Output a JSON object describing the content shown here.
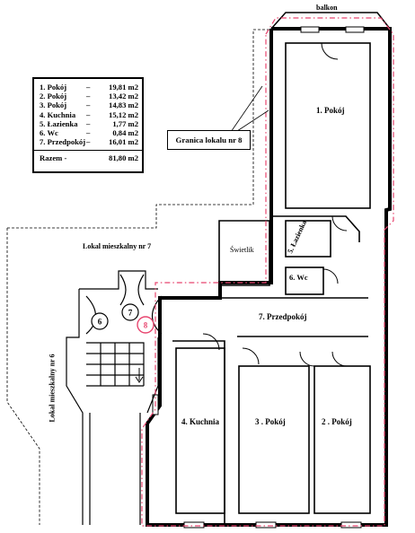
{
  "legend": {
    "rows": [
      {
        "name": "1. Pokój",
        "dash": "–",
        "value": "19,81 m2"
      },
      {
        "name": "2. Pokój",
        "dash": "–",
        "value": "13,42 m2"
      },
      {
        "name": "3. Pokój",
        "dash": "–",
        "value": "14,83 m2"
      },
      {
        "name": "4. Kuchnia",
        "dash": "–",
        "value": "15,12 m2"
      },
      {
        "name": "5. Łazienka",
        "dash": "–",
        "value": "1,77 m2"
      },
      {
        "name": "6. Wc",
        "dash": "–",
        "value": "0,84 m2"
      },
      {
        "name": "7. Przedpokój",
        "dash": "–",
        "value": "16,01 m2"
      }
    ],
    "total_label": "Razem -",
    "total_value": "81,80 m2"
  },
  "callout": "Granica lokalu nr 8",
  "labels": {
    "balkon": "balkon",
    "room1": "1. Pokój",
    "room2": "2 . Pokój",
    "room3": "3 . Pokój",
    "room4": "4. Kuchnia",
    "room5": "5. Łazienka",
    "room6": "6. Wc",
    "room7": "7. Przedpokój",
    "swietlik": "Świetlik",
    "lokal7": "Lokal mieszkalny nr  7",
    "lokal6": "Lokal mieszkalny nr  6",
    "circles": [
      "6",
      "7",
      "8"
    ]
  },
  "colors": {
    "walls": "#000000",
    "boundary": "#e8456f",
    "highlight_circle": "#e8456f"
  }
}
